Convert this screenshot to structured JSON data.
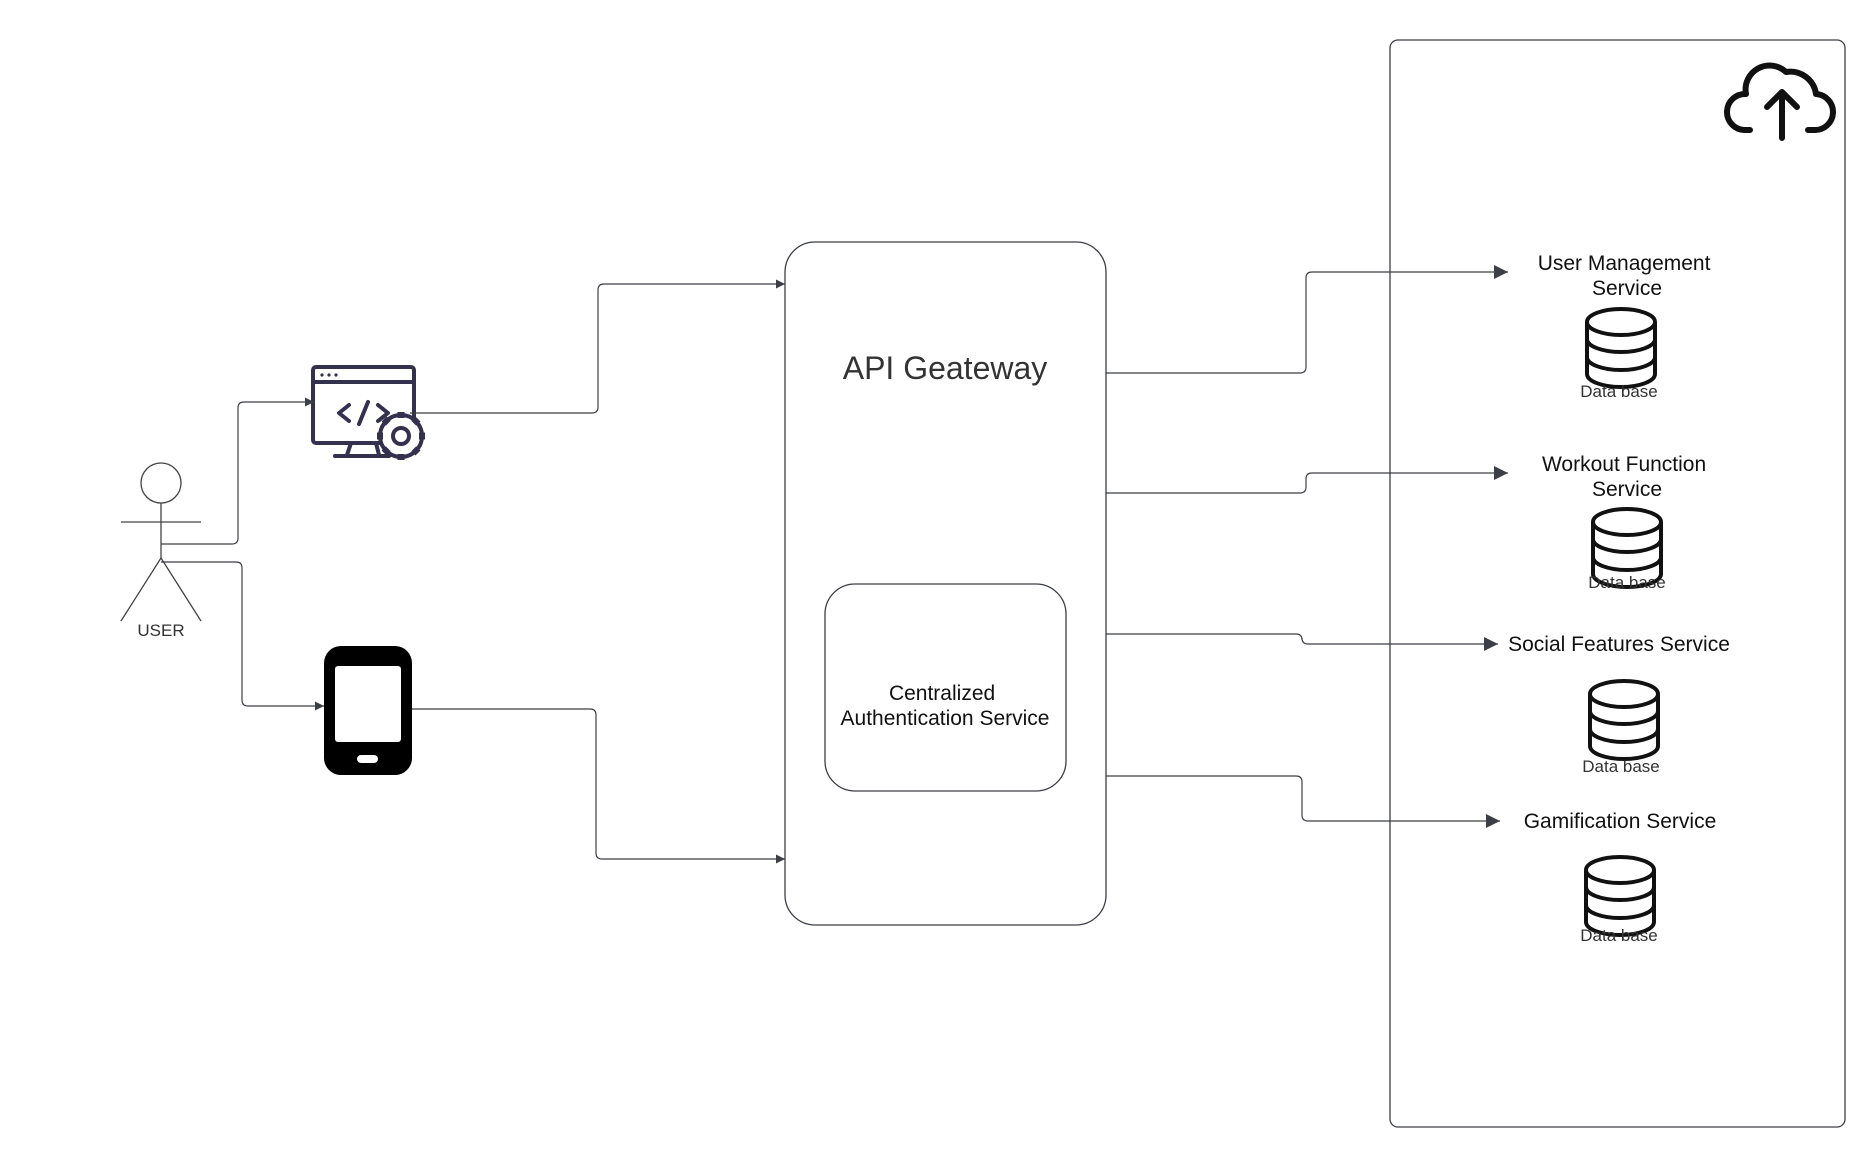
{
  "actor": {
    "label": "USER"
  },
  "clients": {
    "web_icon": "web-app-code-gear-icon",
    "mobile_icon": "mobile-phone-icon"
  },
  "gateway": {
    "title": "API Geateway"
  },
  "auth": {
    "line1": "Centralized",
    "line2": "Authentication Service"
  },
  "cloud": {
    "icon": "cloud-upload-icon"
  },
  "services": [
    {
      "line1": "User Management",
      "line2": "Service",
      "db_label": "Data base"
    },
    {
      "line1": "Workout Function",
      "line2": "Service",
      "db_label": "Data base"
    },
    {
      "line1": "Social Features Service",
      "db_label": "Data base"
    },
    {
      "line1": "Gamification Service",
      "db_label": "Data base"
    }
  ],
  "colors": {
    "line": "#3c3f45",
    "web_icon": "#34314f",
    "phone": "#000000"
  }
}
